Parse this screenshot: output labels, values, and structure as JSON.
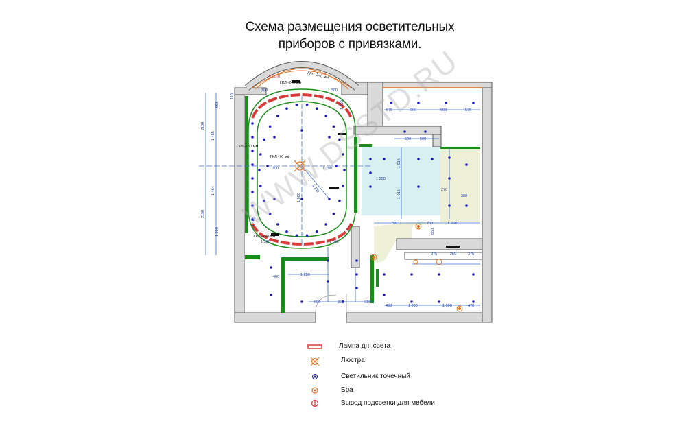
{
  "title": {
    "line1": "Схема размещения осветительных",
    "line2": "приборов с привязками."
  },
  "watermark": "WWW.DSSTD.RU",
  "colors": {
    "wall": "#d9d9d9",
    "wall_stroke": "#555555",
    "green_wall": "#1a8c1a",
    "dimension": "#3b6fd6",
    "spotlight": "#1f1fb8",
    "fluorescent": "#d93a3a",
    "chandelier": "#e07020",
    "sconce": "#e07020",
    "kitchen_fill": "#eef0d8",
    "hall_fill": "#d8f0f2"
  },
  "plan_labels": {
    "gkl_240_top": "ГКЛ -240 мм",
    "gkl_70": "ГКЛ -70 мм",
    "gkl_150": "ГКЛ -150 мм",
    "gkl_240_bottom": "ГКЛ -240 мм",
    "gkl_bay": "ГКЛ -240 мм",
    "bay_level": "0,00 м",
    "dim_2100": "2100",
    "dim_2150": "2150",
    "dim_1485": "1 485",
    "dim_1464": "1 464",
    "dim_880": "880",
    "dim_1200_left": "1 200",
    "dim_110": "110",
    "dim_1700a": "1 700",
    "dim_1700b": "1 700",
    "dim_1800": "1 800",
    "dim_1750": "1 750",
    "dim_575a": "575",
    "dim_900a": "900",
    "dim_900b": "900",
    "dim_575b": "575",
    "dim_500a": "500",
    "dim_500b": "500",
    "dim_1015a": "1 015",
    "dim_1015b": "1 015",
    "dim_1200_hall": "1 200",
    "dim_750a": "750",
    "dim_750b": "750",
    "dim_1200_kit": "1 200",
    "dim_270": "270",
    "dim_380": "380",
    "dim_650": "650",
    "dim_375a": "375",
    "dim_250": "250",
    "dim_375b": "375",
    "dim_1250": "1 250",
    "dim_400": "400",
    "dim_600a": "600",
    "dim_365": "365",
    "dim_600b": "600",
    "dim_480": "480",
    "dim_1000a": "1 000",
    "dim_1000b": "1 000",
    "dim_470": "470",
    "dim_1300a": "1 300",
    "dim_1300b": "1 300",
    "dim_1300c": "1 300",
    "dim_1300d": "1 300",
    "dim_1100": "1 100",
    "dim_1200_arc": "1 200"
  },
  "legend": [
    {
      "icon": "fluorescent-lamp",
      "label": "Лампа дн. света"
    },
    {
      "icon": "chandelier",
      "label": "Люстра"
    },
    {
      "icon": "spotlight",
      "label": "Светильник точечный"
    },
    {
      "icon": "sconce",
      "label": "Бра"
    },
    {
      "icon": "furniture-light-outlet",
      "label": "Вывод подсветки для мебели"
    }
  ]
}
